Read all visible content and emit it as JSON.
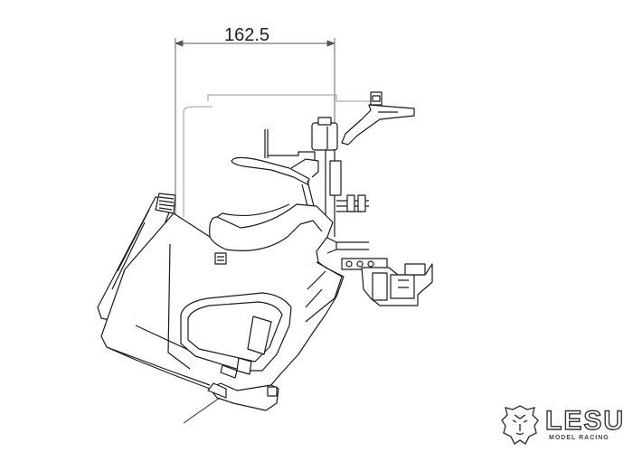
{
  "dimension": {
    "value": "162.5"
  },
  "brand": {
    "name": "LESU",
    "tagline": "MODEL RACING"
  },
  "colors": {
    "line": "#1a1a1a",
    "faint": "#9a9a9a",
    "fill": "#ffffff"
  },
  "icons": {
    "brand_mark": "lion-head-icon"
  }
}
